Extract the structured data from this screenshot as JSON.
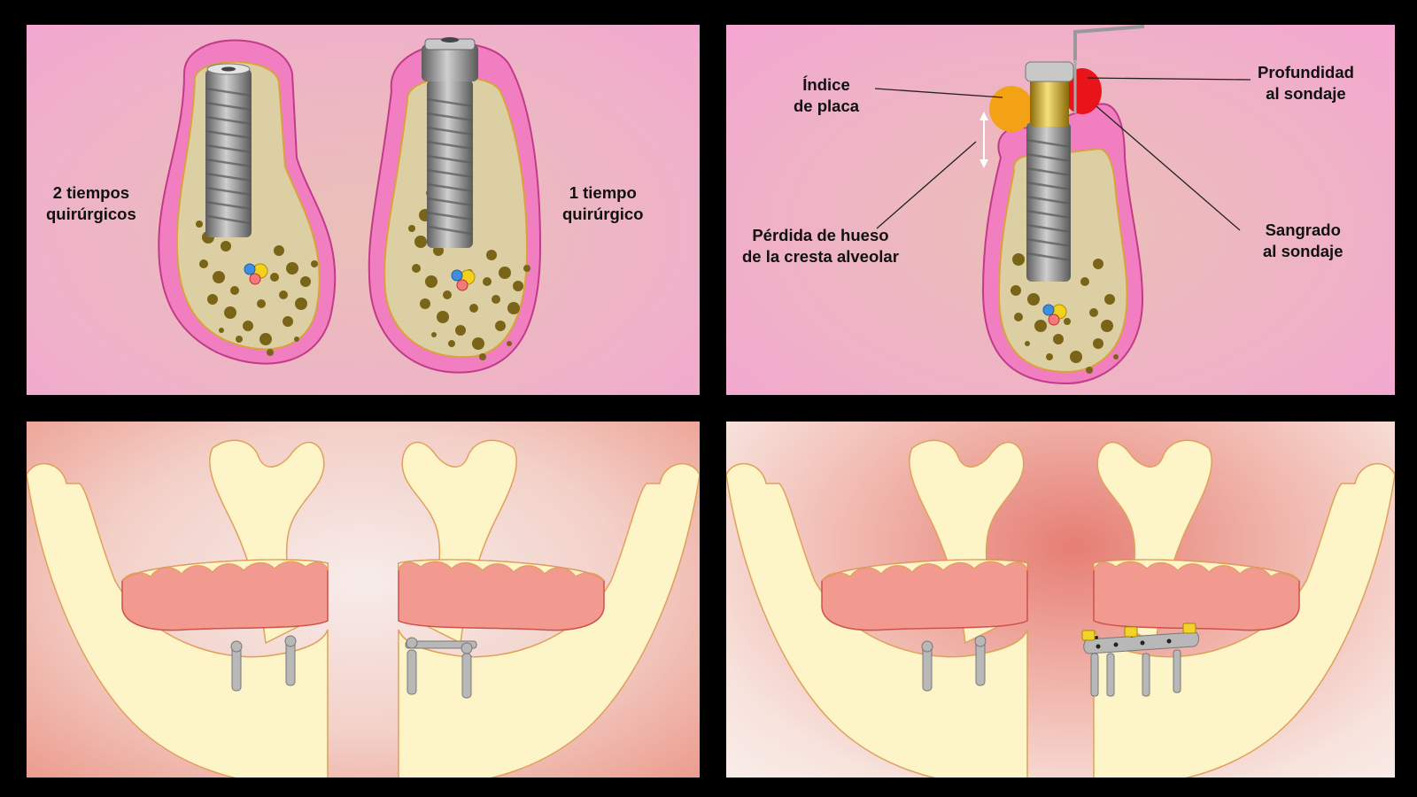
{
  "panels": {
    "surgery_stages": {
      "left_label_line1": "2 tiempos",
      "left_label_line2": "quirúrgicos",
      "right_label_line1": "1 tiempo",
      "right_label_line2": "quirúrgico"
    },
    "peri_implant_parameters": {
      "plaque_index_line1": "Índice",
      "plaque_index_line2": "de placa",
      "probing_depth_line1": "Profundidad",
      "probing_depth_line2": "al sondaje",
      "bleeding_line1": "Sangrado",
      "bleeding_line2": "al sondaje",
      "bone_loss_line1": "Pérdida de hueso",
      "bone_loss_line2": "de la cresta alveolar"
    }
  },
  "colors": {
    "gingiva": "#f07ec0",
    "bone": "#dccfa4",
    "trabecula": "#7a6418",
    "implant": "#8e8e8e",
    "abutment_gold": "#d9b21c",
    "plaque": "#f4a215",
    "bleeding": "#e8141a",
    "jaw": "#fdf4c8",
    "denture_gum": "#f29a90",
    "bar_attachment": "#f2d32a",
    "background": "#000000"
  }
}
